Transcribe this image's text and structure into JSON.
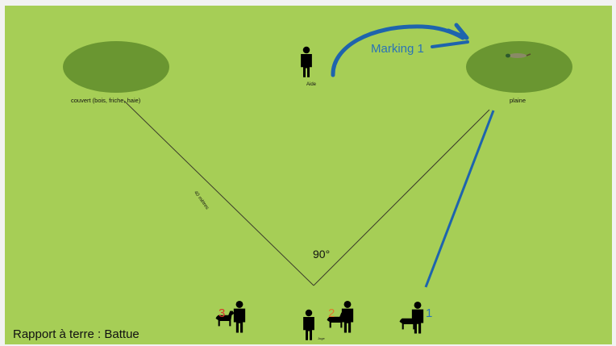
{
  "labels": {
    "area_left": "couvert (bois, friche, haie)",
    "area_right": "plaine",
    "helper": "Aide",
    "judge": "Juge",
    "distance": "40 mètres",
    "angle": "90°",
    "marking": "Marking 1",
    "caption": "Rapport à terre : Battue"
  },
  "handlers": {
    "h3": "3",
    "h2": "2",
    "h1": "1"
  },
  "colors": {
    "background": "#a6ce56",
    "cover_area": "#6a9631",
    "line": "#3a3a2a",
    "arrow": "#1e64ad",
    "num_3": "#d9382c",
    "num_2": "#e07a2e",
    "num_1": "#2a73b6"
  },
  "icons": [
    "person-icon",
    "dog-icon",
    "game-bird-icon"
  ]
}
